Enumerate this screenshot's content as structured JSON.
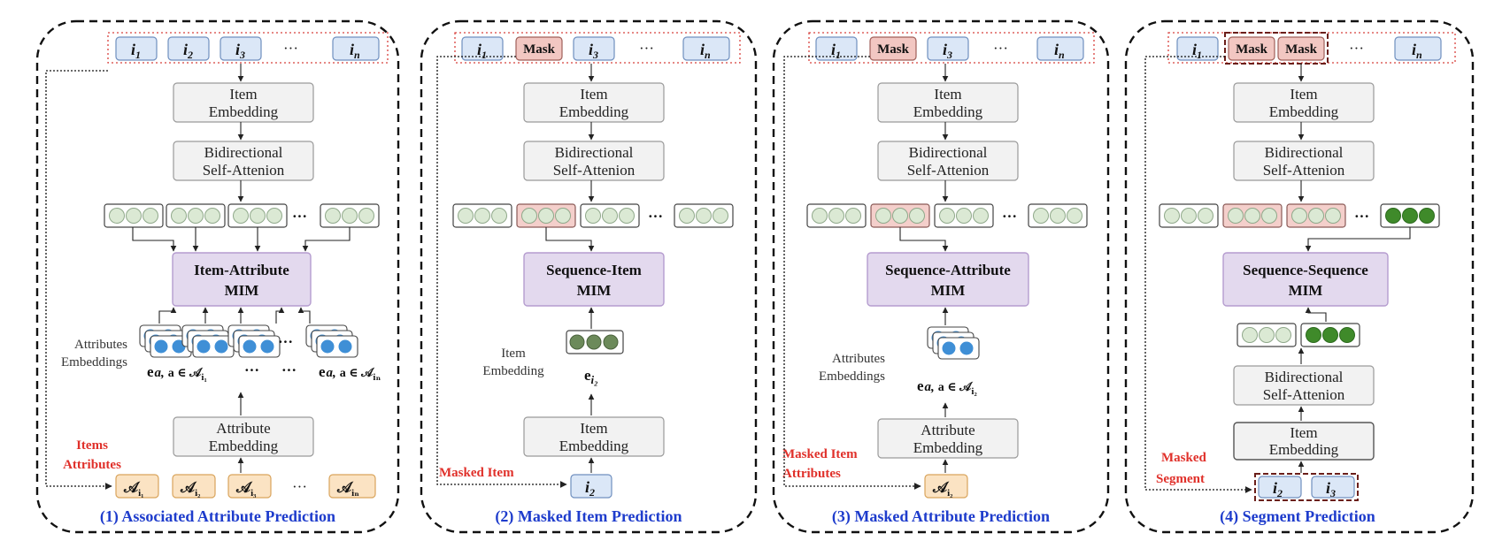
{
  "colors": {
    "caption": "#1e3ccc",
    "red_label": "#e0302a",
    "token_fill": "#dbe7f7",
    "mask_fill": "#f2c7c2",
    "mim_fill": "#e3d9ee",
    "attribute_fill": "#fbe3c3"
  },
  "icons": [
    "arrow-icon",
    "dotted-arrow-icon",
    "circle-embedding-icon"
  ],
  "tokens": {
    "i1": "i",
    "sub1": "1",
    "i2": "i",
    "sub2": "2",
    "i3": "i",
    "sub3": "3",
    "in": "i",
    "subn": "n",
    "ellipsis": "···",
    "mask": "Mask"
  },
  "common": {
    "item_embedding_l1": "Item",
    "item_embedding_l2": "Embedding",
    "bidir_l1": "Bidirectional",
    "bidir_l2": "Self-Attenion",
    "attr_embedding_l1": "Attribute",
    "attr_embedding_l2": "Embedding",
    "dots": "···",
    "item_emb_label_l1": "Item",
    "item_emb_label_l2": "Embedding",
    "attrs_emb_label_l1": "Attributes",
    "attrs_emb_label_l2": "Embeddings"
  },
  "panels": [
    {
      "caption": "(1) Associated Attribute Prediction",
      "mim_l1": "Item-Attribute",
      "mim_l2": "MIM",
      "bottom_label_l1": "Items",
      "bottom_label_l2": "Attributes",
      "eq_left": "e",
      "eq_left_sub": "a,",
      "eq_left_rest": "a ∈ 𝒜",
      "eq_left_sub2": "i₁",
      "eq_right": "e",
      "eq_right_sub": "a,",
      "eq_right_rest": "a ∈ 𝒜",
      "eq_right_sub2": "iₙ",
      "attr_tokens": [
        "𝒜",
        "𝒜",
        "𝒜",
        "𝒜"
      ],
      "attr_subs": [
        "i₁",
        "i₂",
        "i₃",
        "iₙ"
      ]
    },
    {
      "caption": "(2) Masked Item Prediction",
      "mim_l1": "Sequence-Item",
      "mim_l2": "MIM",
      "bottom_label": "Masked Item",
      "e_label": "e",
      "e_sub": "i₂"
    },
    {
      "caption": "(3) Masked Attribute Prediction",
      "mim_l1": "Sequence-Attribute",
      "mim_l2": "MIM",
      "bottom_label_l1": "Masked Item",
      "bottom_label_l2": "Attributes",
      "eq": "e",
      "eq_sub": "a,",
      "eq_rest": "a ∈ 𝒜",
      "eq_sub2": "i₂",
      "attr_token": "𝒜",
      "attr_sub": "i₂"
    },
    {
      "caption": "(4) Segment Prediction",
      "mim_l1": "Sequence-Sequence",
      "mim_l2": "MIM",
      "bottom_label_l1": "Masked",
      "bottom_label_l2": "Segment"
    }
  ]
}
